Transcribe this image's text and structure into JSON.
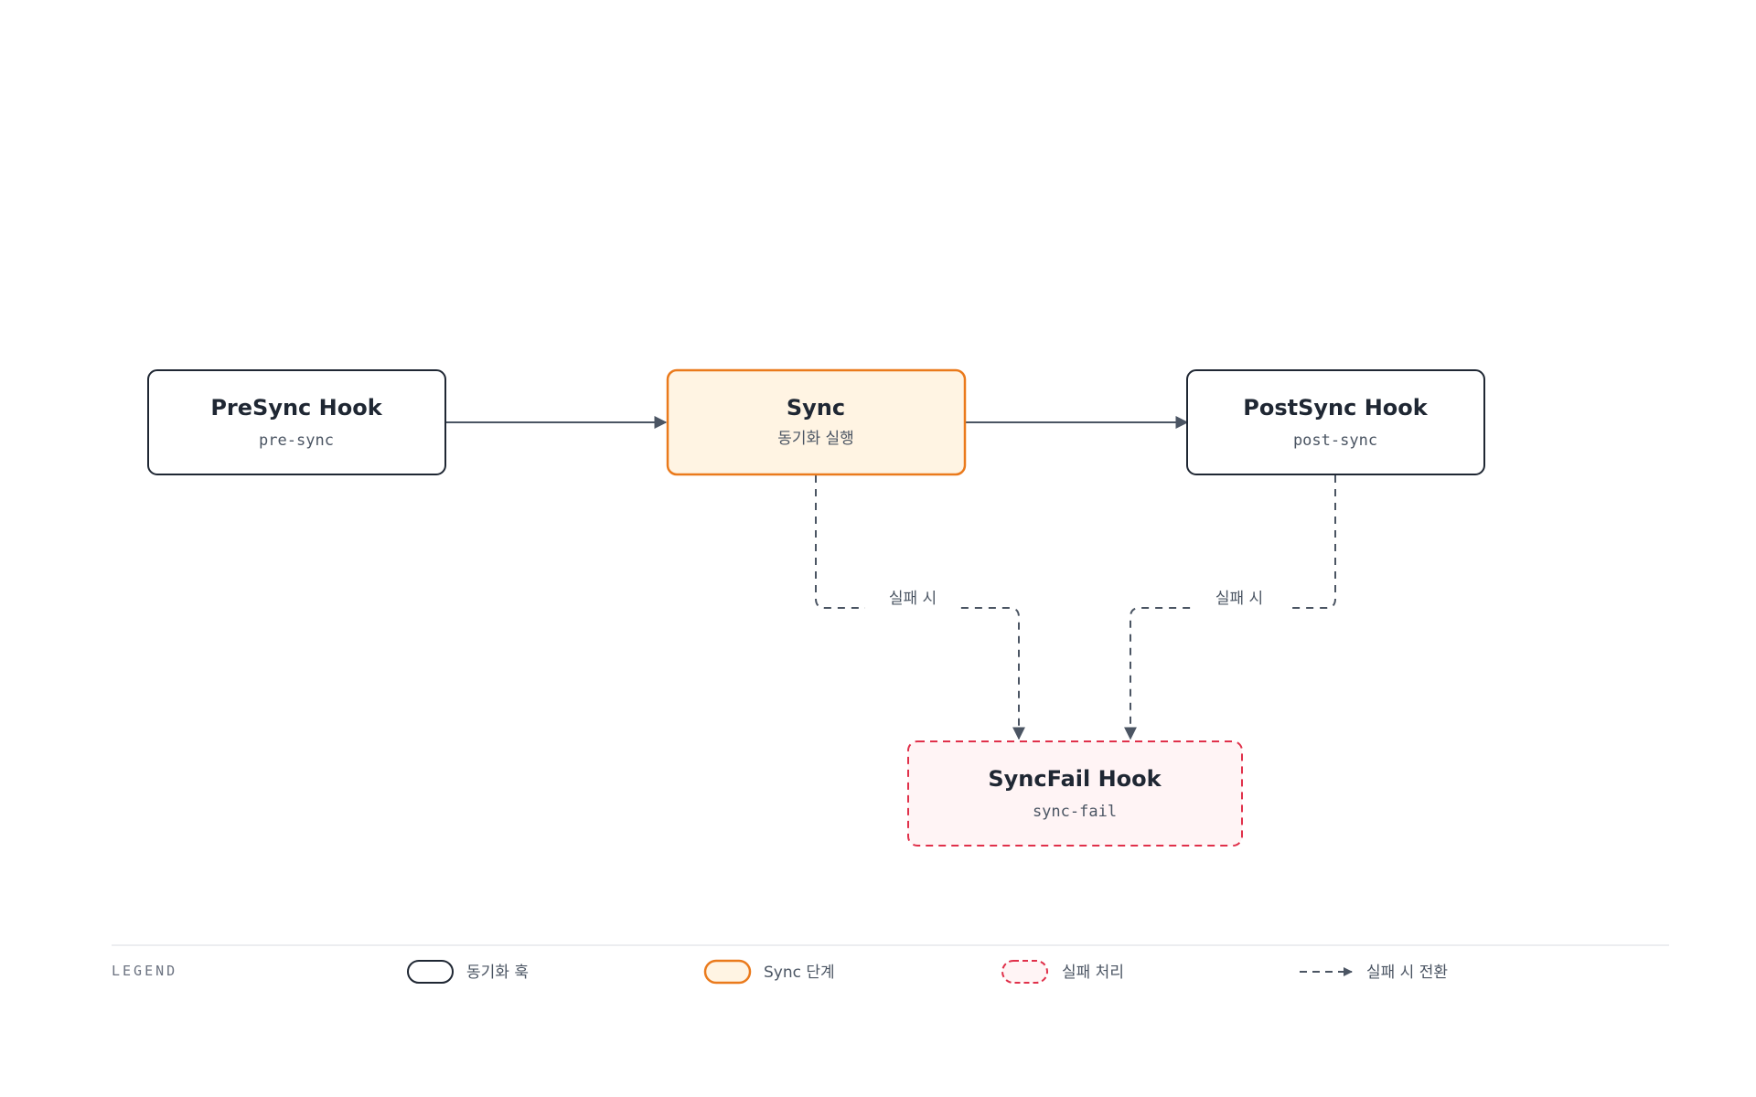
{
  "nodes": {
    "presync": {
      "title": "PreSync Hook",
      "subtitle": "pre-sync"
    },
    "sync": {
      "title": "Sync",
      "subtitle": "동기화 실행"
    },
    "postsync": {
      "title": "PostSync Hook",
      "subtitle": "post-sync"
    },
    "syncfail": {
      "title": "SyncFail Hook",
      "subtitle": "sync-fail"
    }
  },
  "edges": {
    "sync_fail_label": "실패 시",
    "postsync_fail_label": "실패 시"
  },
  "legend": {
    "title": "LEGEND",
    "items": [
      {
        "label": "동기화 훅"
      },
      {
        "label": "Sync 단계"
      },
      {
        "label": "실패 처리"
      },
      {
        "label": "실패 시 전환"
      }
    ]
  },
  "colors": {
    "node_border": "#1f2733",
    "sync_border": "#ea7a1c",
    "sync_fill": "#fff4e3",
    "fail_border": "#e0304a",
    "fail_fill": "#fff4f5",
    "edge": "#4b5563"
  }
}
